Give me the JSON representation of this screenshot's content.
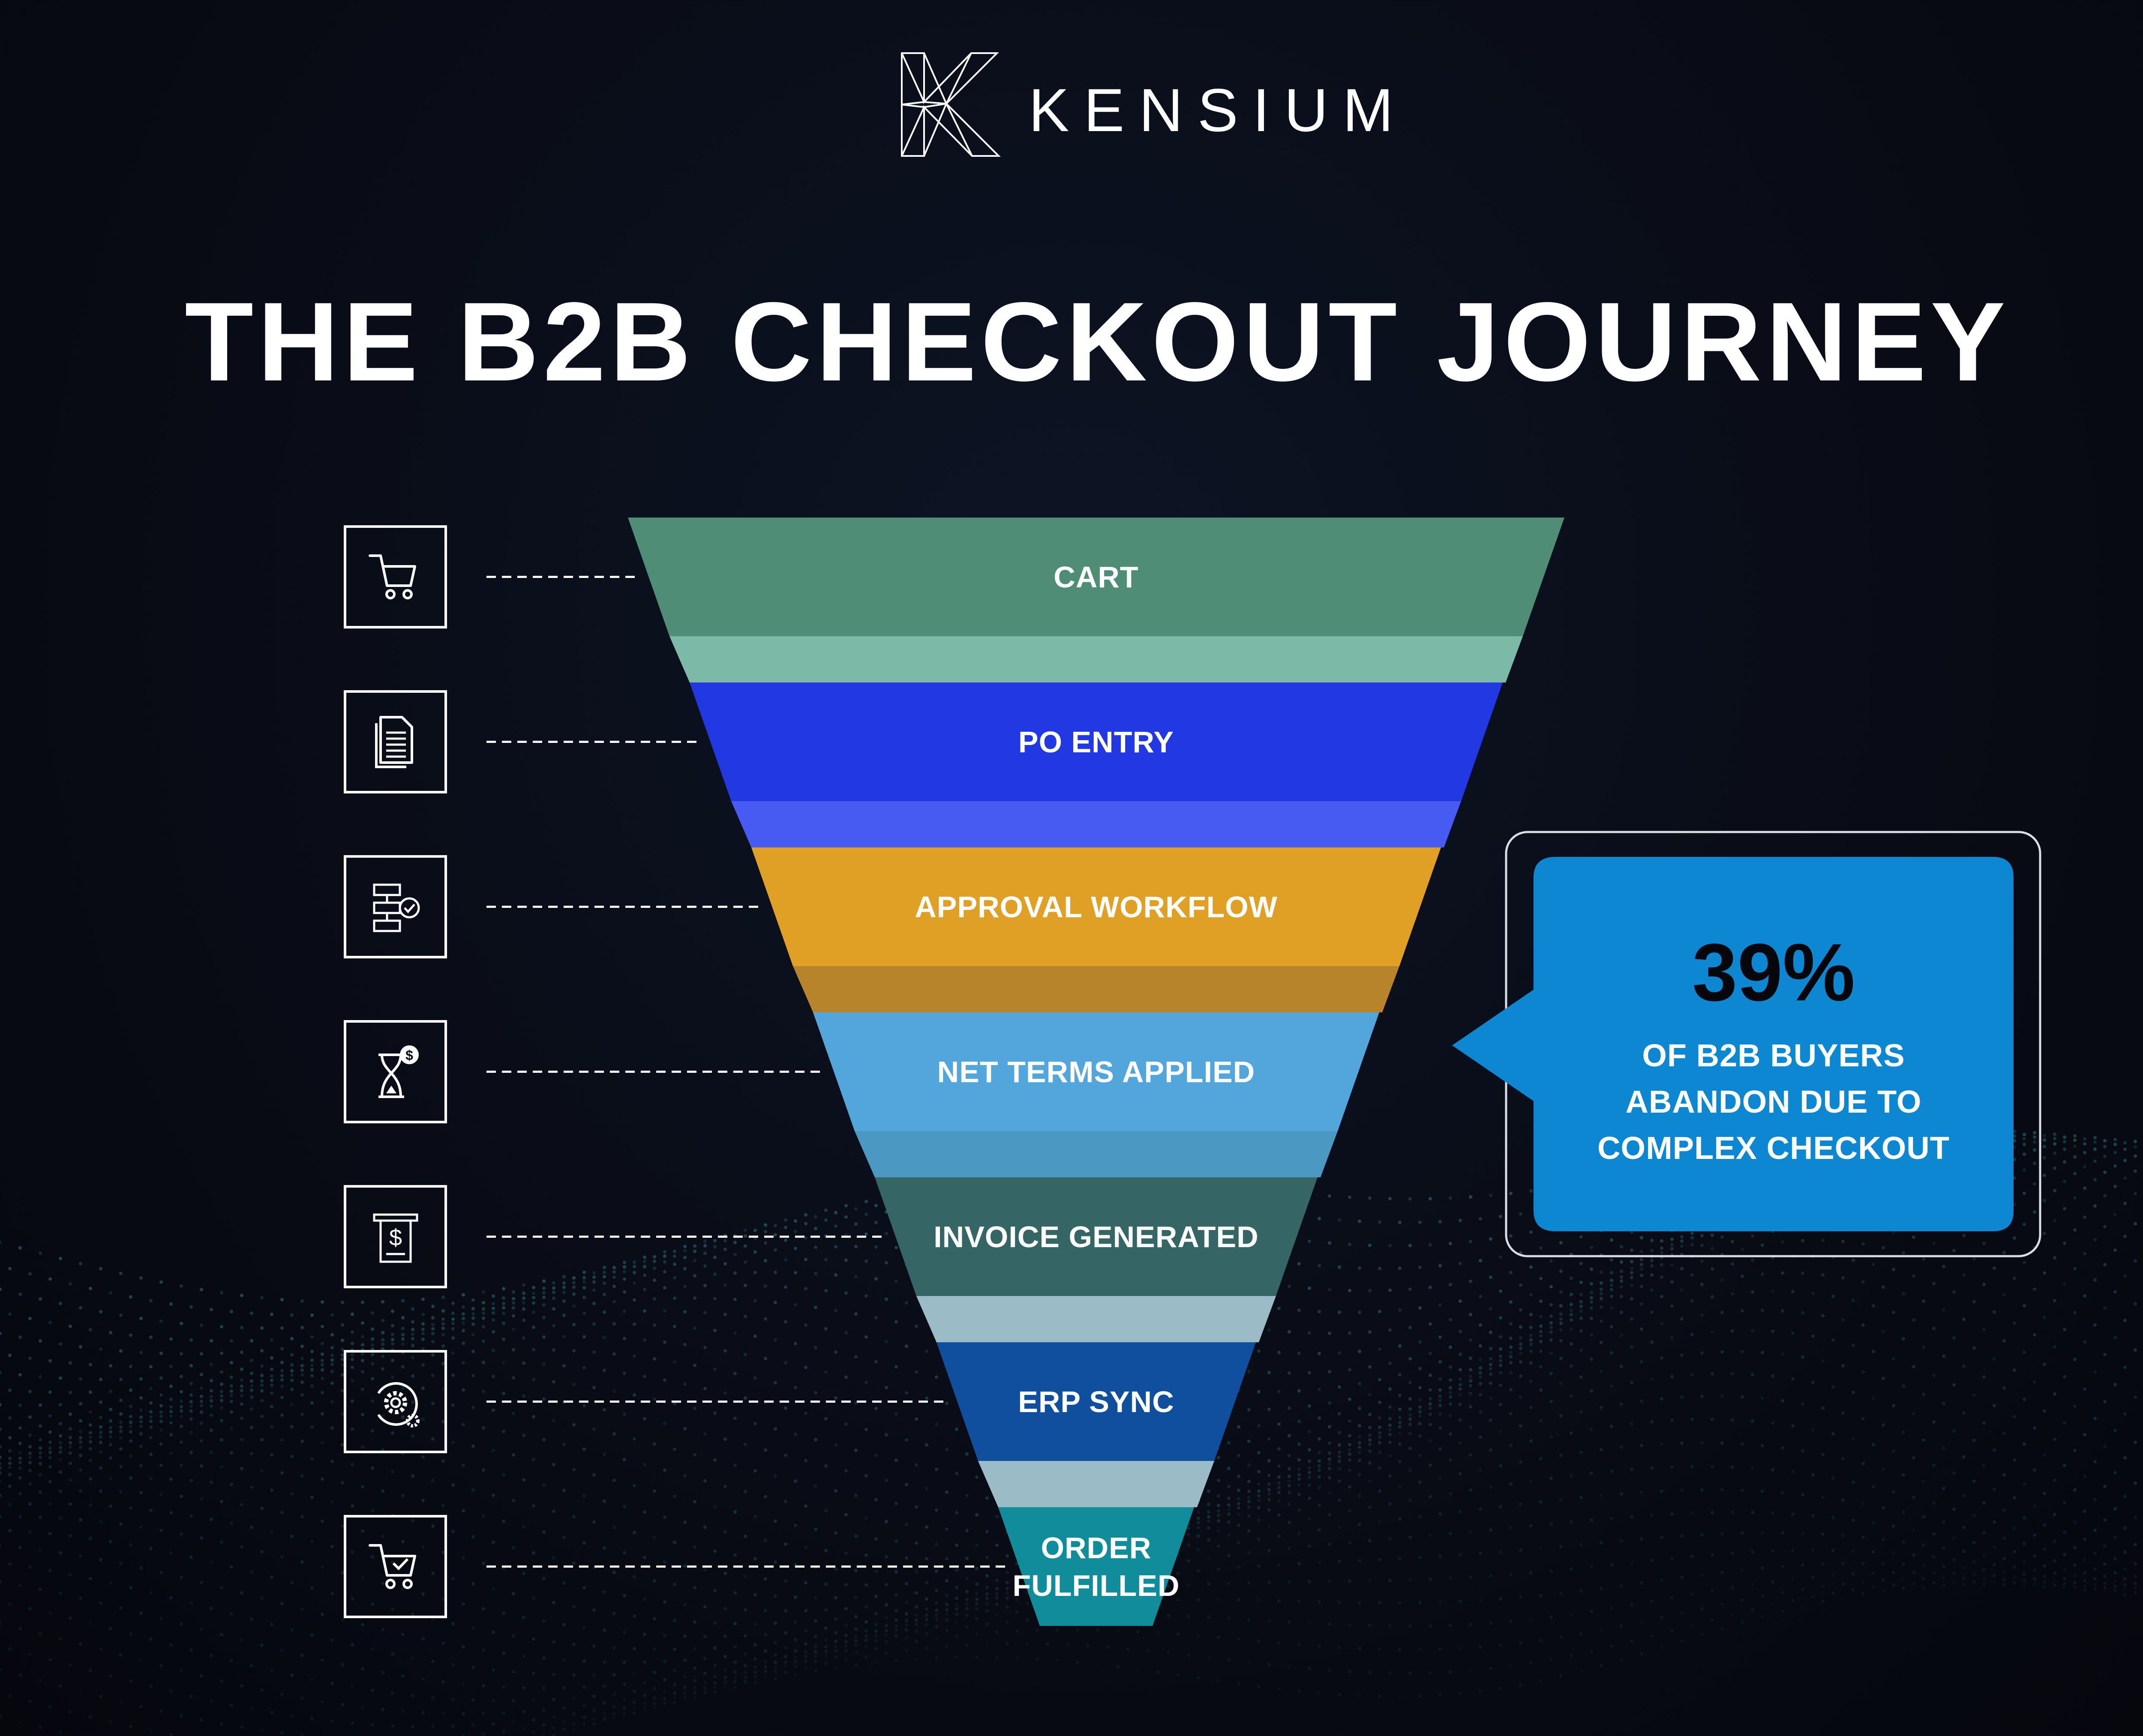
{
  "brand": {
    "name": "KENSIUM",
    "logo_icon": "kensium-k-logo"
  },
  "title": "THE B2B CHECKOUT JOURNEY",
  "colors": {
    "background": "#090c16",
    "text": "#ffffff",
    "callout": "#0e87d2"
  },
  "funnel": {
    "stages": [
      {
        "label": "CART",
        "icon": "cart-icon",
        "color": "#508d77",
        "connector_color": "#7cb9a6"
      },
      {
        "label": "PO ENTRY",
        "icon": "document-icon",
        "color": "#2238e3",
        "connector_color": "#475bf2"
      },
      {
        "label": "APPROVAL WORKFLOW",
        "icon": "workflow-approval-icon",
        "color": "#e09f25",
        "connector_color": "#b7842c"
      },
      {
        "label": "NET TERMS APPLIED",
        "icon": "hourglass-dollar-icon",
        "color": "#52a6dc",
        "connector_color": "#4b98c3"
      },
      {
        "label": "INVOICE GENERATED",
        "icon": "invoice-dollar-icon",
        "color": "#366566",
        "connector_color": "#9bbcc6"
      },
      {
        "label": "ERP SYNC",
        "icon": "gear-sync-icon",
        "color": "#0f4f9e",
        "connector_color": "#9bbcc6"
      },
      {
        "label": "ORDER\nFULFILLED",
        "icon": "cart-check-icon",
        "color": "#118c9a",
        "connector_color": null
      }
    ]
  },
  "callout": {
    "value": "39%",
    "caption": "OF B2B BUYERS\nABANDON DUE TO\nCOMPLEX CHECKOUT"
  }
}
